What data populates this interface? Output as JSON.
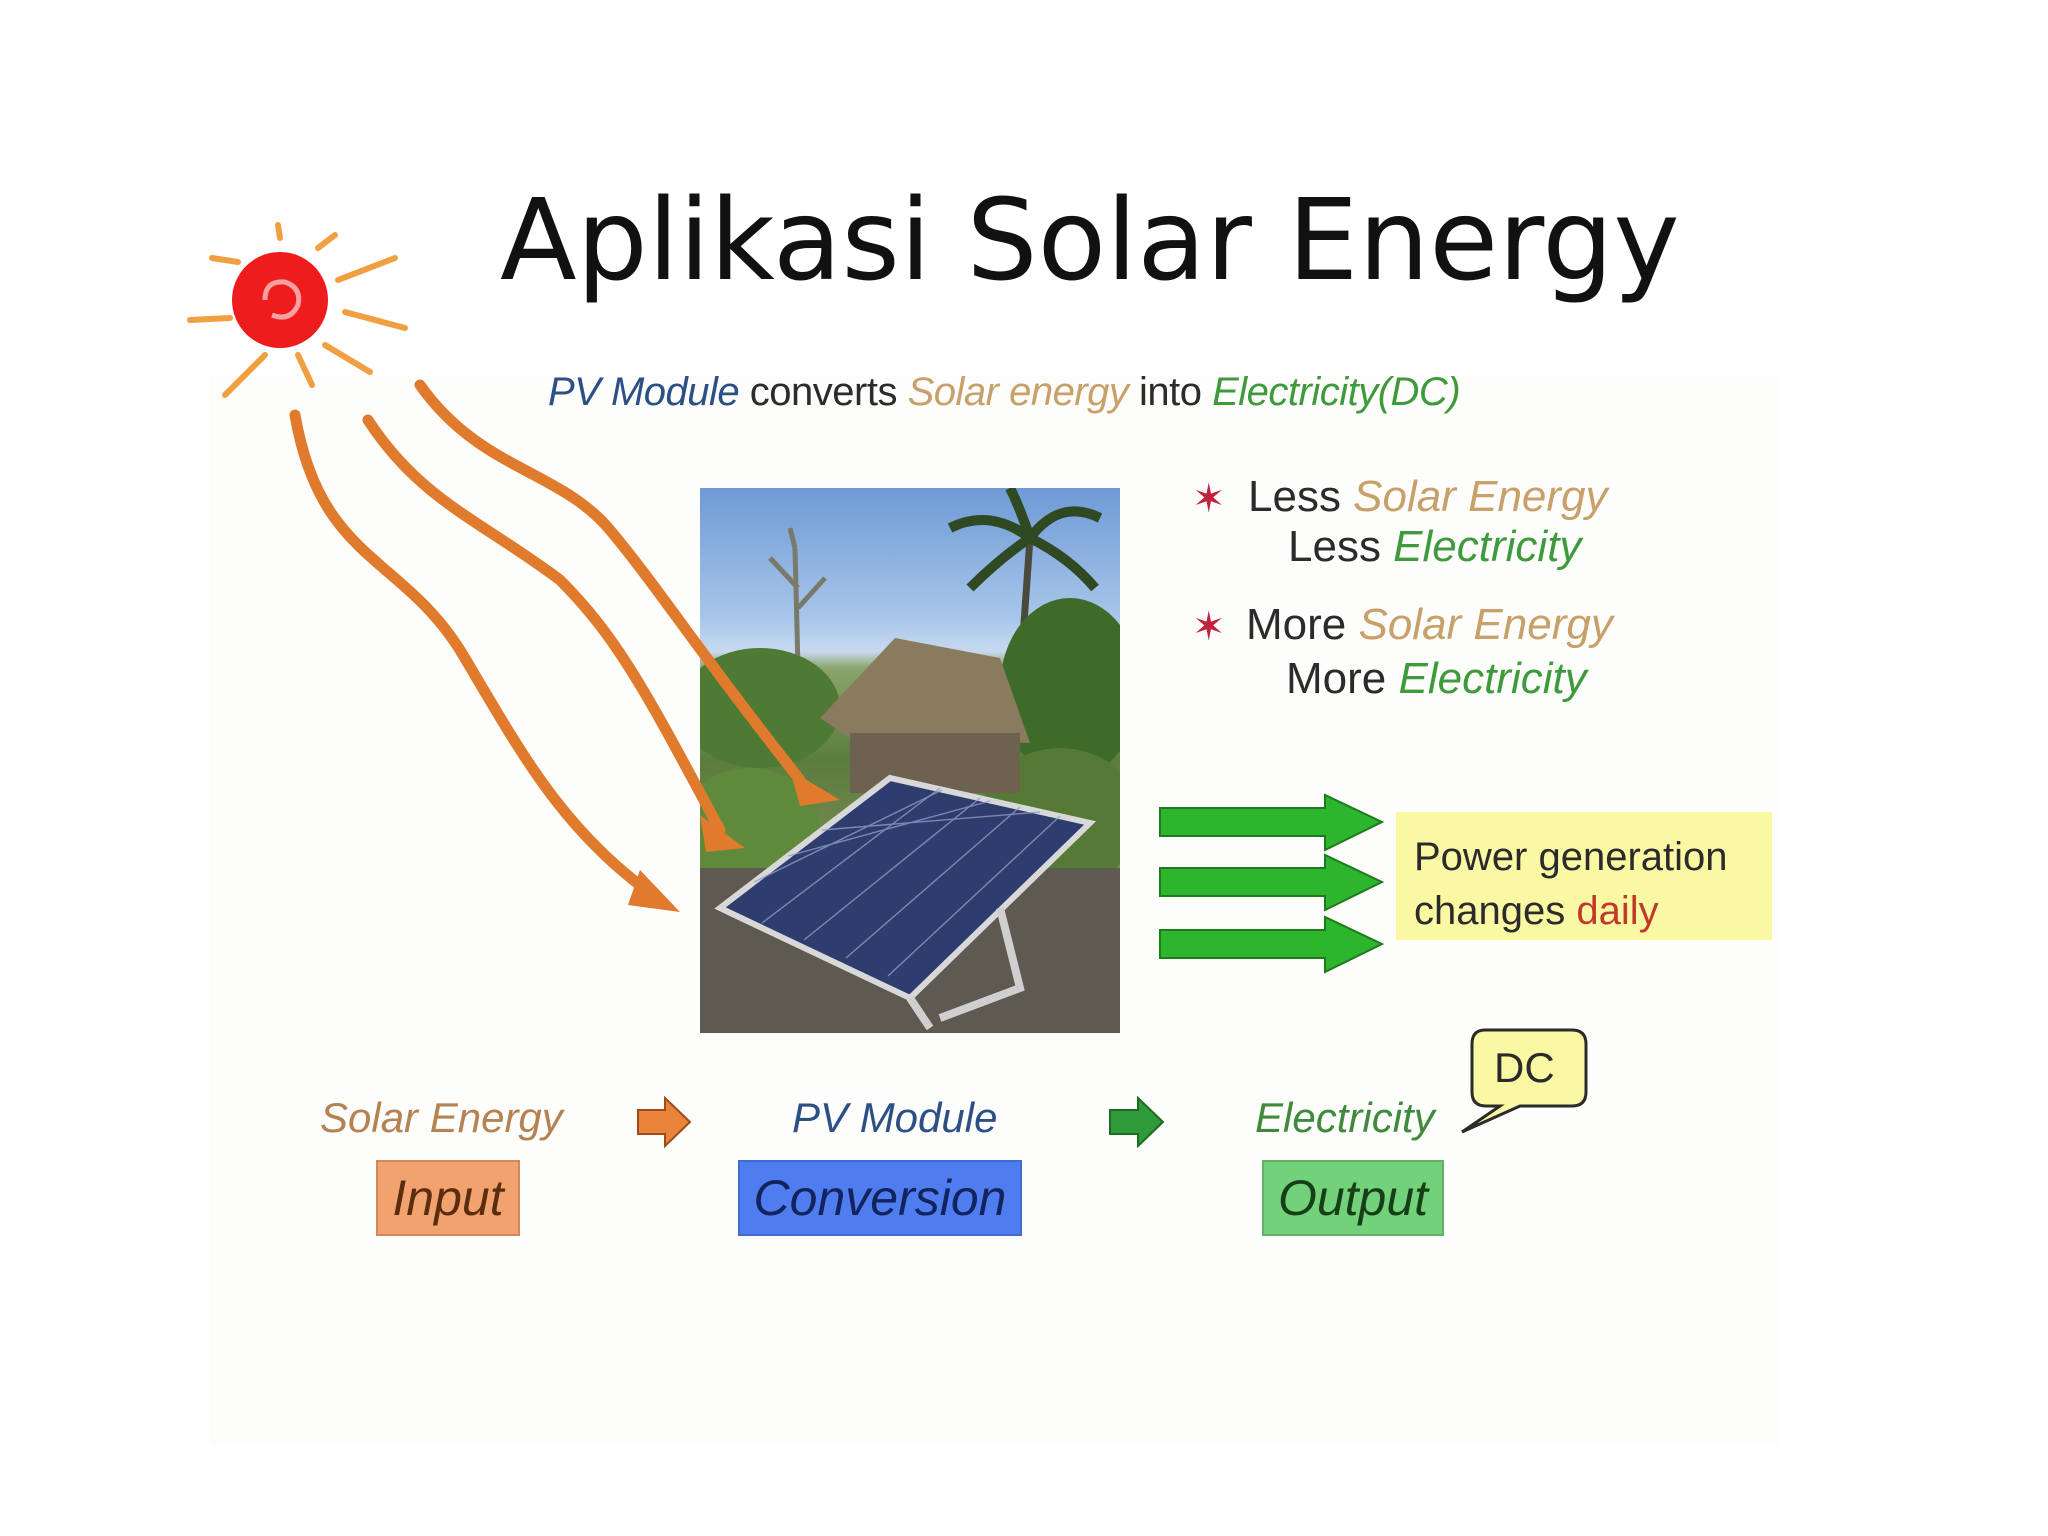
{
  "title": "Aplikasi Solar Energy",
  "headline": {
    "part1": "PV Module",
    "part2": " converts ",
    "part3": "Solar energy",
    "part4": " into ",
    "part5": "Electricity(DC)"
  },
  "bullets": [
    {
      "line1_prefix": "Less ",
      "line1_em": "Solar Energy",
      "line2_prefix": "Less ",
      "line2_em": "Electricity"
    },
    {
      "line1_prefix": "More ",
      "line1_em": "Solar Energy",
      "line2_prefix": "More ",
      "line2_em": "Electricity"
    }
  ],
  "power_box": {
    "line1": "Power generation",
    "line2_prefix": "changes ",
    "line2_em": "daily"
  },
  "flow": {
    "input_label": "Solar Energy",
    "input_box": "Input",
    "conversion_label": "PV Module",
    "conversion_box": "Conversion",
    "output_label": "Electricity",
    "output_box": "Output",
    "callout": "DC"
  },
  "colors": {
    "sun": "#ee1c1c",
    "ray": "#e07a2c",
    "green_arrow": "#2db52d",
    "input_box": "#f2a26e",
    "conversion_box": "#4f7df0",
    "output_box": "#72d17a",
    "power_box": "#fbf8a4"
  },
  "icons": [
    "sun-icon",
    "star-icon",
    "arrow-right-icon"
  ]
}
